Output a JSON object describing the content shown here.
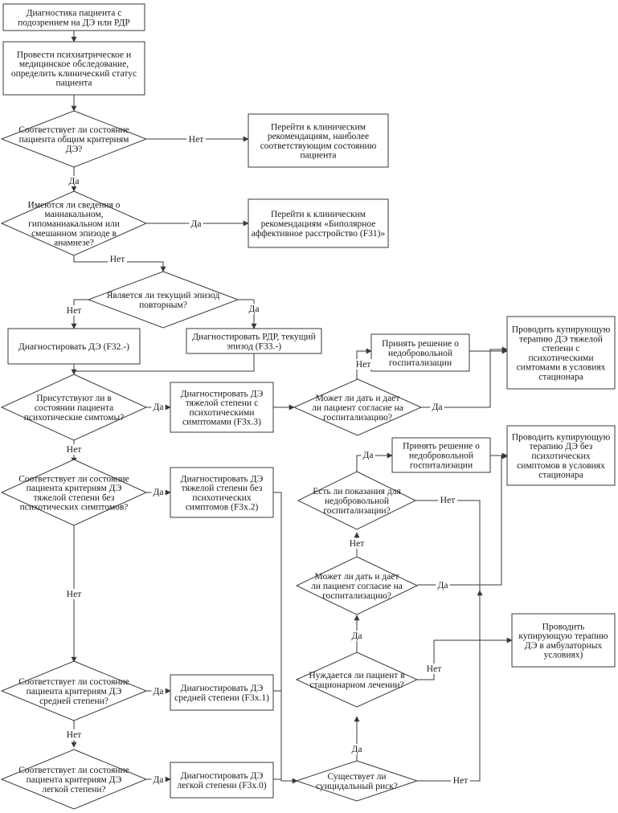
{
  "nodes": {
    "n1": [
      "Диагностика пациента с",
      "подозрением на ДЭ или РДР"
    ],
    "n2": [
      "Провести психиатрическое и",
      "медицинское обследование,",
      "определить клинический статус",
      "пациента"
    ],
    "d1": [
      "Соответствует ли состояние",
      "пациента общим критериям",
      "ДЭ?"
    ],
    "r1": [
      "Перейти к клиническим",
      "рекомендациям, наиболее",
      "соответствующим состоянию",
      "пациента"
    ],
    "d2": [
      "Имеются ли сведения о",
      "маниакальном,",
      "гипоманиакальном или",
      "смешанном эпизоде в",
      "анамнезе?"
    ],
    "r2": [
      "Перейти к клиническим",
      "рекомендациям «Биполярное",
      "аффективное расстройство (F31)»"
    ],
    "d3": [
      "Является ли текущий эпизод",
      "повторным?"
    ],
    "b1": [
      "Диагностировать ДЭ (F32.-)"
    ],
    "b2": [
      "Диагностировать РДР, текущий",
      "эпизод (F33.-)"
    ],
    "d4": [
      "Присутствуют ли в",
      "состоянии пациента",
      "психотические симтомы?"
    ],
    "b3": [
      "Диагностировать ДЭ",
      "тяжелой степени с",
      "психотическими",
      "симптомами (F3x.3)"
    ],
    "d5": [
      "Может ли дать и дает",
      "ли пациент согласие на",
      "госпитализацию?"
    ],
    "b4": [
      "Принять решение о",
      "недобровольной",
      "госпитализации"
    ],
    "b5": [
      "Проводить купирующую",
      "терапию ДЭ тяжелой",
      "степени с",
      "психотическими",
      "симтомами в условиях",
      "стационара"
    ],
    "d6": [
      "Соответствует ли состояние",
      "пациента критериям ДЭ",
      "тяжелой степени без",
      "психотических симптомов?"
    ],
    "b6": [
      "Диагностировать ДЭ",
      "тяжелой степени без",
      "психотических",
      "симптомов (F3x.2)"
    ],
    "b7": [
      "Принять решение о",
      "недобровольной",
      "госпитализации"
    ],
    "b8": [
      "Проводить купирующую",
      "терапию ДЭ без",
      "психотических",
      "симптомов в условиях",
      "стационара"
    ],
    "d7": [
      "Есть ли показания для",
      "недобровольной",
      "госпитализации?"
    ],
    "d8": [
      "Может ли дать и дает",
      "ли пациент согласие на",
      "госпитализацию?"
    ],
    "d9": [
      "Нуждается ли пациент в",
      "стационарном лечении?"
    ],
    "b9": [
      "Проводить",
      "купирующую терапию",
      "ДЭ в амбулаторных",
      "условиях)"
    ],
    "d10": [
      "Соответствует ли состояние",
      "пациента критериям ДЭ",
      "средней степени?"
    ],
    "b10": [
      "Диагностировать ДЭ",
      "средней степени (F3x.1)"
    ],
    "d11": [
      "Соответствует ли состояние",
      "пациента критериям ДЭ",
      "легкой степени?"
    ],
    "b11": [
      "Диагностировать ДЭ",
      "легкой степени (F3x.0)"
    ],
    "d12": [
      "Существует ли",
      "суицидальный риск?"
    ]
  },
  "edge_labels": {
    "d1_no": "Нет",
    "d1_yes": "Да",
    "d2_yes": "Да",
    "d2_no": "Нет",
    "d3_no": "Нет",
    "d3_yes": "Да",
    "d4_yes": "Да",
    "d4_no": "Нет",
    "d5_no": "Нет",
    "d5_yes": "Да",
    "d6_yes": "Да",
    "d6_no": "Нет",
    "d7_yes": "Да",
    "d7_no": "Нет",
    "d8_no": "Нет",
    "d8_yes": "Да",
    "d9_yes": "Да",
    "d9_no": "Нет",
    "d10_yes": "Да",
    "d10_no": "Нет",
    "d11_yes": "Да",
    "d12_yes": "Да",
    "d12_no": "Нет"
  },
  "colors": {
    "stroke": "#3a3a3a",
    "text": "#1a1a1a",
    "background": "#ffffff"
  }
}
